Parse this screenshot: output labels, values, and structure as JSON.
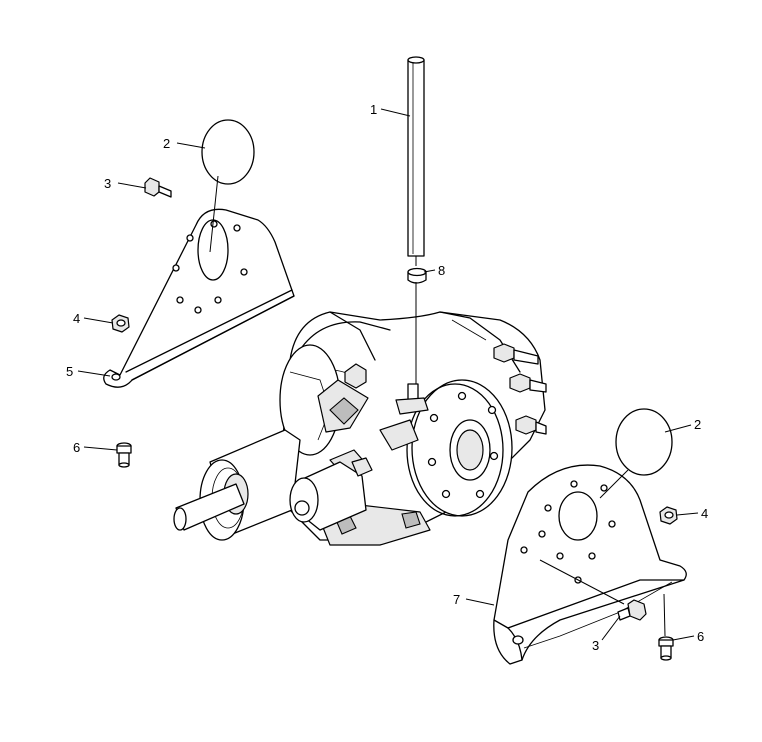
{
  "callouts": {
    "c1": "1",
    "c2a": "2",
    "c2b": "2",
    "c3a": "3",
    "c3b": "3",
    "c4a": "4",
    "c4b": "4",
    "c5": "5",
    "c6a": "6",
    "c6b": "6",
    "c7": "7",
    "c8": "8"
  }
}
